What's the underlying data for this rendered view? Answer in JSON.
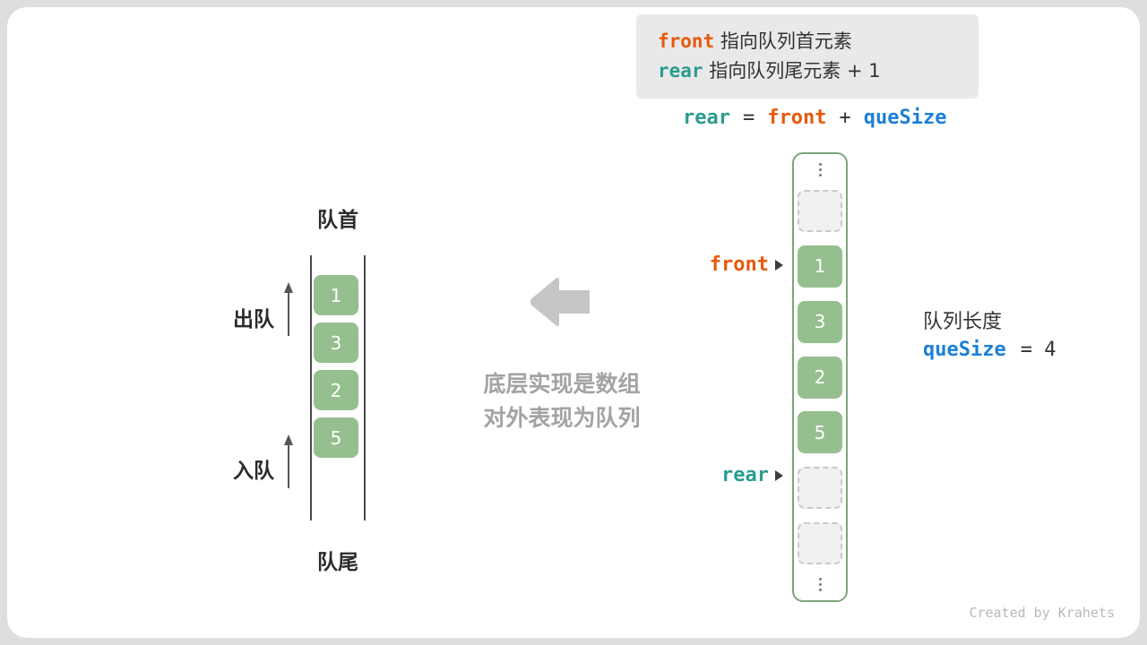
{
  "colors": {
    "front": "#e8590c",
    "rear": "#2b9c8f",
    "quesize": "#1c7fd6",
    "cell": "#95bf8e"
  },
  "legend": {
    "front_keyword": "front",
    "front_text": "指向队列首元素",
    "rear_keyword": "rear",
    "rear_text": "指向队列尾元素 + 1"
  },
  "formula": {
    "rear": "rear",
    "equals": "=",
    "front": "front",
    "plus": "+",
    "quesize": "queSize"
  },
  "array": {
    "cells": [
      "",
      "1",
      "3",
      "2",
      "5",
      "",
      ""
    ]
  },
  "pointers": {
    "front_label": "front",
    "rear_label": "rear"
  },
  "queue_length": {
    "label": "队列长度",
    "quesize": "queSize",
    "value": "= 4"
  },
  "queue": {
    "head_label": "队首",
    "tail_label": "队尾",
    "dequeue_label": "出队",
    "enqueue_label": "入队",
    "cells": [
      "1",
      "3",
      "2",
      "5"
    ]
  },
  "middle": {
    "line1": "底层实现是数组",
    "line2": "对外表现为队列"
  },
  "credit": "Created by Krahets"
}
